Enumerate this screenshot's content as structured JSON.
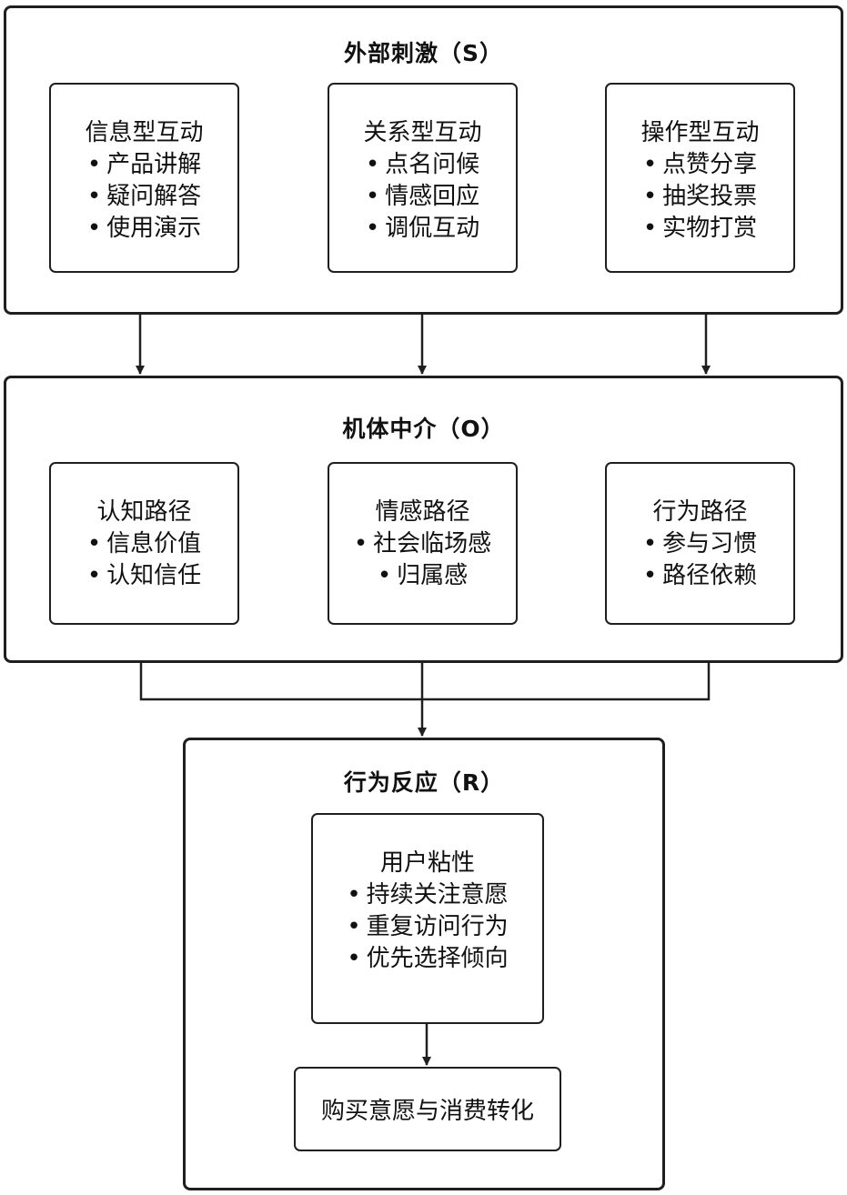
{
  "stimulus": {
    "title": "外部刺激（S）",
    "boxes": [
      {
        "title": "信息型互动",
        "items": [
          "产品讲解",
          "疑问解答",
          "使用演示"
        ]
      },
      {
        "title": "关系型互动",
        "items": [
          "点名问候",
          "情感回应",
          "调侃互动"
        ]
      },
      {
        "title": "操作型互动",
        "items": [
          "点赞分享",
          "抽奖投票",
          "实物打赏"
        ]
      }
    ]
  },
  "organism": {
    "title": "机体中介（O）",
    "boxes": [
      {
        "title": "认知路径",
        "items": [
          "信息价值",
          "认知信任"
        ]
      },
      {
        "title": "情感路径",
        "items": [
          "社会临场感",
          "归属感"
        ]
      },
      {
        "title": "行为路径",
        "items": [
          "参与习惯",
          "路径依赖"
        ]
      }
    ]
  },
  "response": {
    "title": "行为反应（R）",
    "box": {
      "title": "用户粘性",
      "items": [
        "持续关注意愿",
        "重复访问行为",
        "优先选择倾向"
      ]
    },
    "final": "购买意愿与消费转化"
  },
  "bullet": "•",
  "colors": {
    "line": "#1f1f1f",
    "background": "#ffffff",
    "text": "#111111"
  }
}
